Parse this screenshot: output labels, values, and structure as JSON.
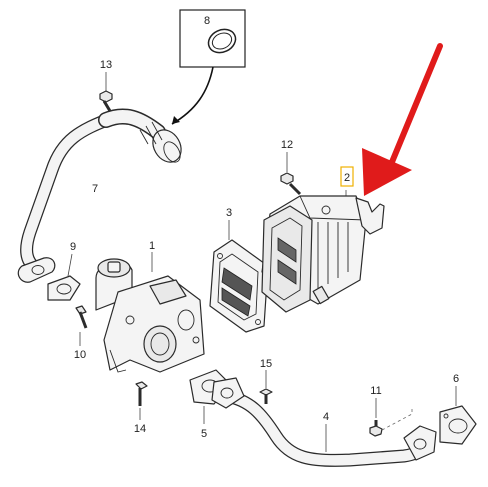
{
  "callouts": {
    "c1": "1",
    "c2": "2",
    "c3": "3",
    "c4": "4",
    "c5": "5",
    "c6": "6",
    "c7": "7",
    "c8": "8",
    "c9": "9",
    "c10": "10",
    "c11": "11",
    "c12": "12",
    "c13": "13",
    "c14": "14",
    "c15": "15"
  },
  "colors": {
    "arrow": "#e01b1b",
    "highlight_box": "#f0b000",
    "line": "#2b2b2b"
  }
}
